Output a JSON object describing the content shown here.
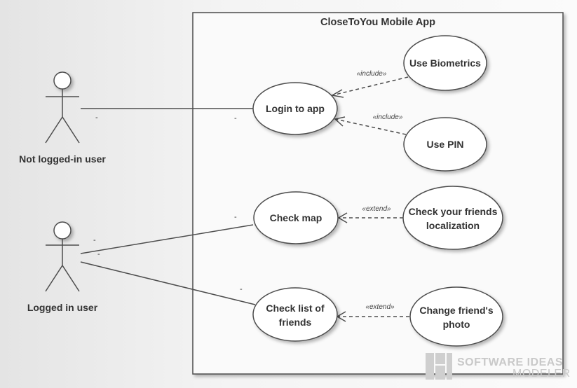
{
  "system": {
    "title": "CloseToYou Mobile App"
  },
  "actors": {
    "not_logged": {
      "label": "Not logged-in user"
    },
    "logged": {
      "label": "Logged in user"
    }
  },
  "use_cases": {
    "login": {
      "label": "Login to app"
    },
    "biometrics": {
      "label": "Use Biometrics"
    },
    "pin": {
      "label": "Use PIN"
    },
    "check_map": {
      "label": "Check map"
    },
    "friends_localization": {
      "lines": [
        "Check your friends",
        "localization"
      ]
    },
    "check_list": {
      "lines": [
        "Check list of",
        "friends"
      ]
    },
    "change_photo": {
      "lines": [
        "Change friend's",
        "photo"
      ]
    }
  },
  "relations": {
    "include_biometrics": "«include»",
    "include_pin": "«include»",
    "extend_localization": "«extend»",
    "extend_photo": "«extend»"
  },
  "multiplicities": {
    "m1": "-",
    "m2": "-",
    "m3": "-",
    "m4": "-",
    "m5": "-",
    "m6": "-",
    "m7": "-"
  },
  "watermark": {
    "line1": "SOFTWARE IDEAS",
    "line2": "MODELER"
  },
  "colors": {
    "line": "#4d4d4d",
    "ellipse_fill": "#ffffff",
    "system_fill": "#fafafa",
    "text": "#333333"
  }
}
